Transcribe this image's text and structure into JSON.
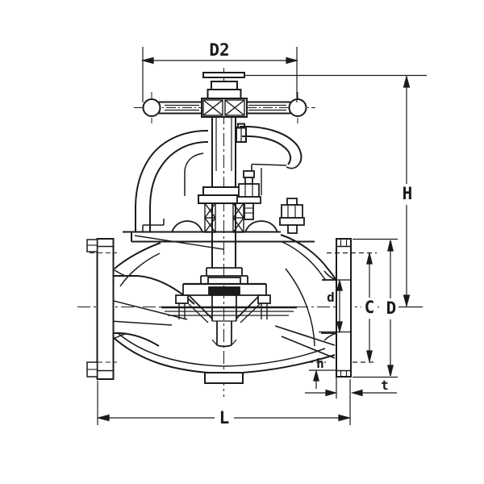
{
  "drawing": {
    "kind": "globe-valve-cross-section",
    "colors": {
      "line": "#1b1b1b",
      "background": "#ffffff"
    },
    "labels": {
      "d2": "D2",
      "h_total": "H",
      "bore": "d",
      "bolt_circle": "C",
      "flange_od": "D",
      "face_height": "h",
      "flange_thickness": "t",
      "length": "L"
    }
  }
}
